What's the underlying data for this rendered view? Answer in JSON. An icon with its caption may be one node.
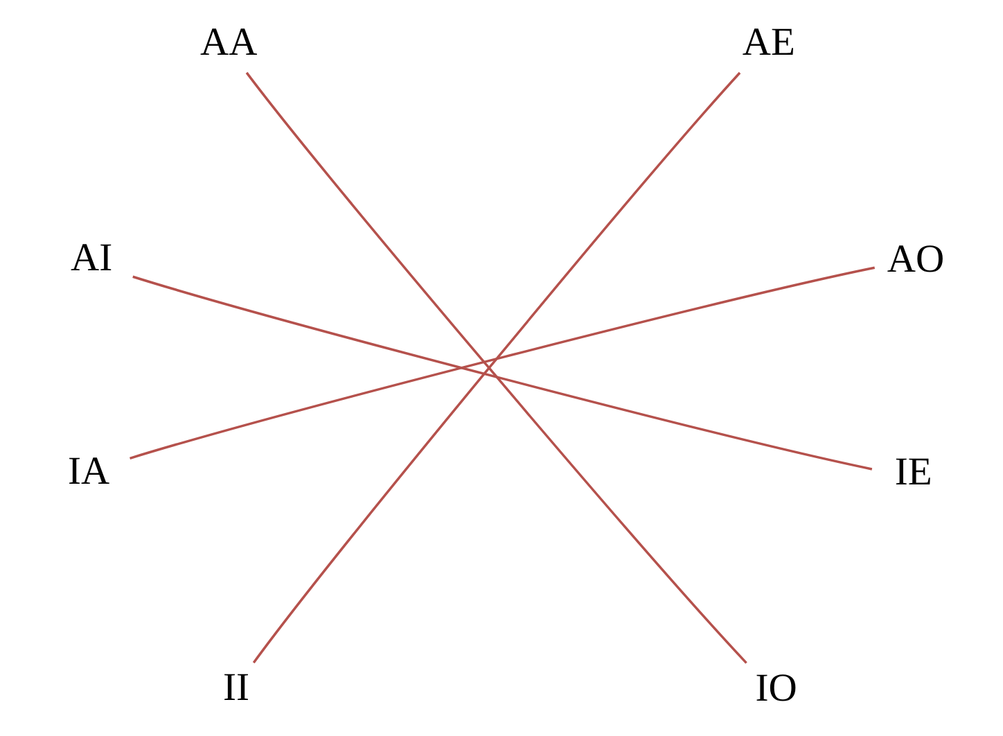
{
  "diagram": {
    "nodes": [
      {
        "text": [
          "AA"
        ]
      },
      {
        "text": [
          "AE"
        ]
      },
      {
        "text": [
          "AI"
        ]
      },
      {
        "text": [
          "AO"
        ]
      },
      {
        "text": [
          "IA"
        ]
      },
      {
        "text": [
          "IE"
        ]
      },
      {
        "text": [
          "II"
        ]
      },
      {
        "text": [
          "IO"
        ]
      }
    ],
    "edges": [
      {
        "from": 0,
        "to": 7,
        "arrow": "none"
      },
      {
        "from": 1,
        "to": 6,
        "arrow": "none"
      },
      {
        "from": 2,
        "to": 5,
        "arrow": "none"
      },
      {
        "from": 3,
        "to": 4,
        "arrow": "none"
      }
    ]
  }
}
